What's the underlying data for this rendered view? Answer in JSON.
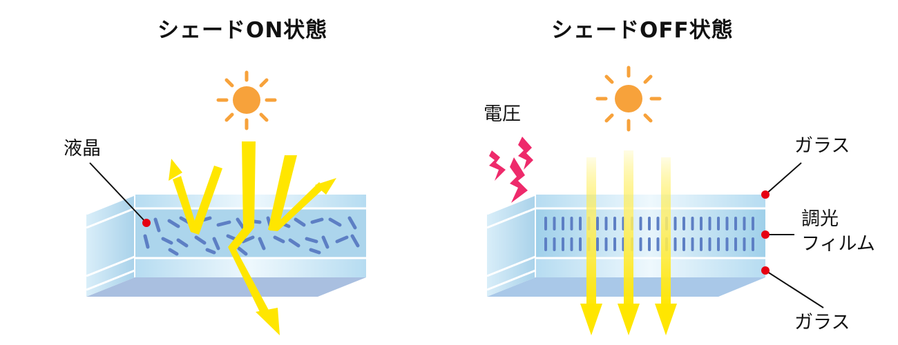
{
  "panels": {
    "on": {
      "title": "シェードON状態",
      "label_liquid_crystal": "液晶"
    },
    "off": {
      "title": "シェードOFF状態",
      "label_voltage": "電圧",
      "label_glass_top": "ガラス",
      "label_film_line1": "調光",
      "label_film_line2": "フィルム",
      "label_glass_bottom": "ガラス"
    }
  },
  "colors": {
    "sun": "#f7a23b",
    "light_beam": "#ffe600",
    "voltage_bolt": "#ee2a6b",
    "glass": "#cfe7f5",
    "film": "#a9d3ea",
    "crystal": "#5d7fc4",
    "pointer_dot": "#e60012"
  }
}
